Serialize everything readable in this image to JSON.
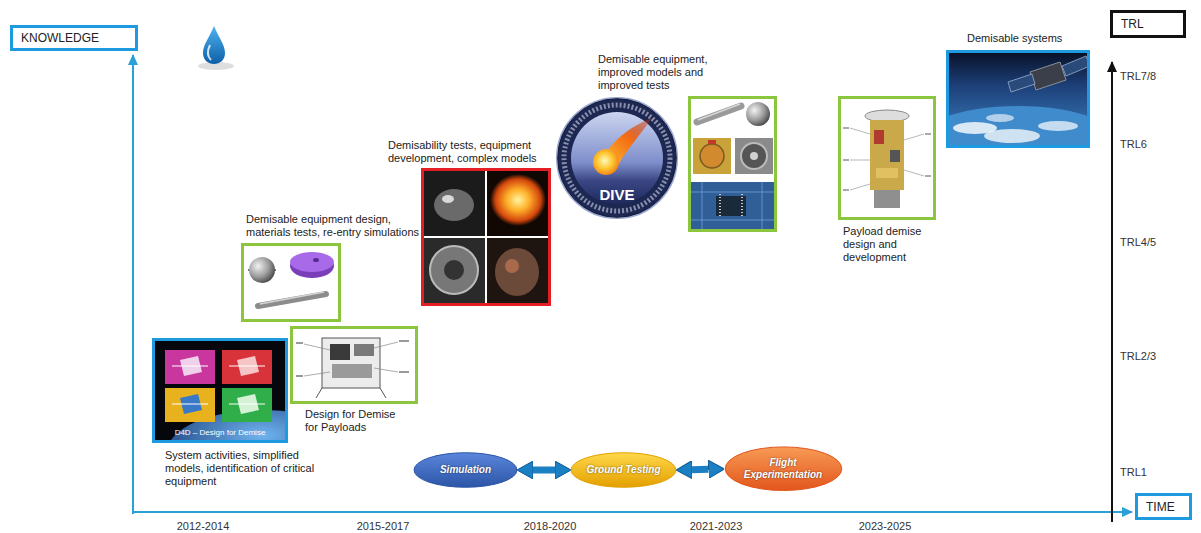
{
  "diagram": {
    "nodes": [
      {
        "text": [
          "KNOWLEDGE"
        ]
      },
      {
        "text": [
          "TRL"
        ]
      },
      {
        "text": [
          "D4D – Design for Demise",
          "System activities, simplified models, identification of critical equipment"
        ]
      },
      {
        "text": [
          "Design for Demise for Payloads"
        ]
      },
      {
        "text": [
          "Demisable equipment design, materials tests, re-entry simulations"
        ]
      },
      {
        "text": [
          "Demisability tests, equipment development, complex models"
        ]
      },
      {
        "text": [
          "DIVE"
        ]
      },
      {
        "text": [
          "Demisable equipment, improved models and improved tests"
        ]
      },
      {
        "text": [
          "Payload demise design and development"
        ]
      },
      {
        "text": [
          "Demisable systems"
        ]
      },
      {
        "text": [
          "Simulation"
        ]
      },
      {
        "text": [
          "Ground Testing"
        ]
      },
      {
        "text": [
          "Flight Experimentation"
        ]
      },
      {
        "text": [
          "TIME"
        ]
      }
    ],
    "edges": [
      {
        "from": 10,
        "to": 11,
        "arrow": "both"
      },
      {
        "from": 11,
        "to": 12,
        "arrow": "both"
      }
    ],
    "labels": [
      "TRL7/8",
      "TRL6",
      "TRL4/5",
      "TRL2/3",
      "TRL1",
      "2012-2014",
      "2015-2017",
      "2018-2020",
      "2021-2023",
      "2023-2025"
    ]
  }
}
